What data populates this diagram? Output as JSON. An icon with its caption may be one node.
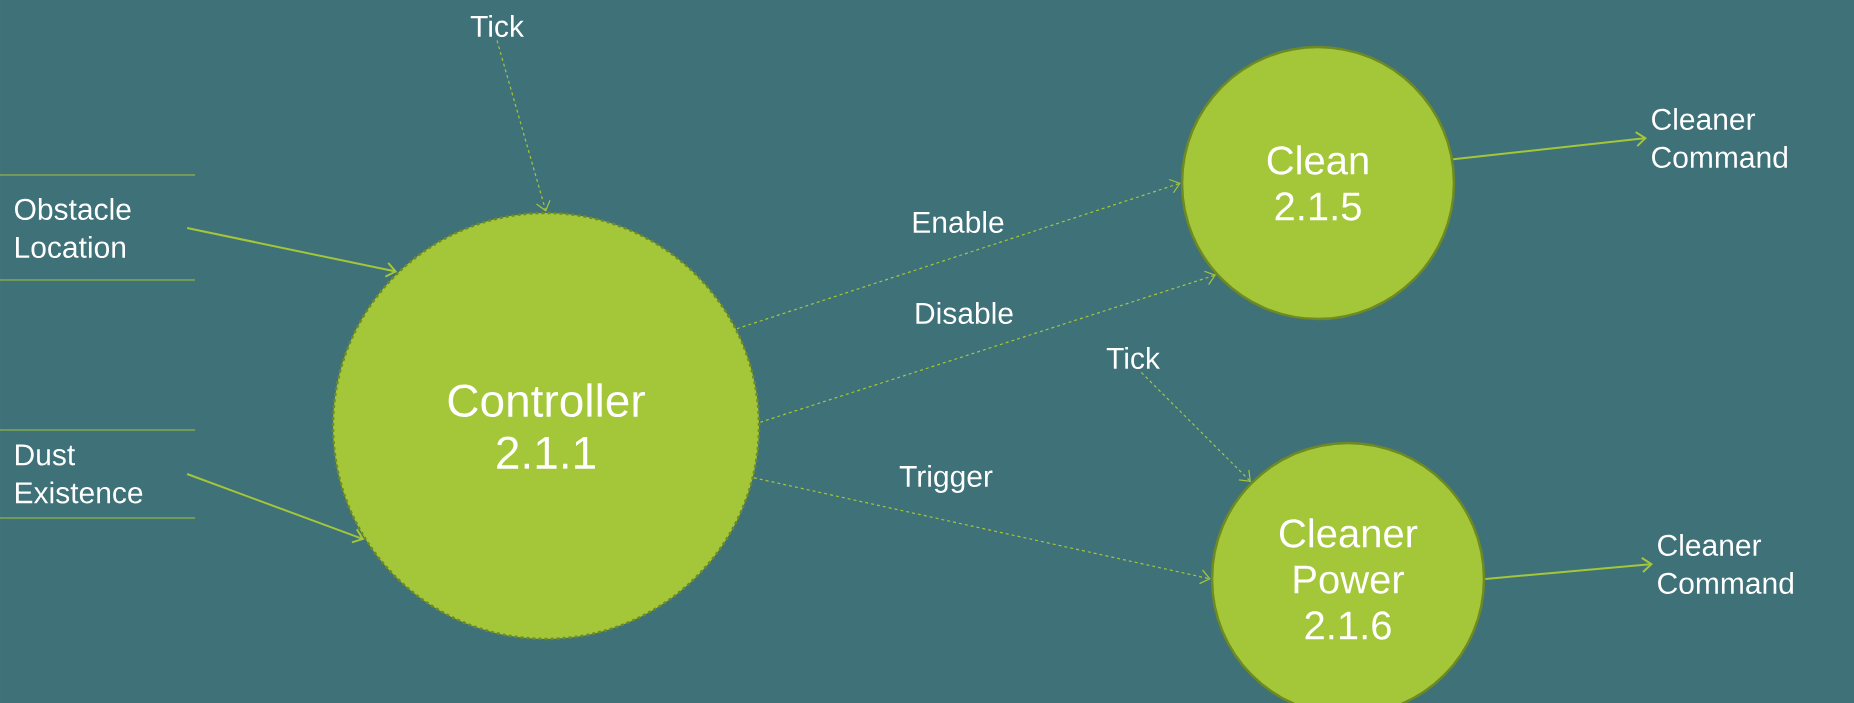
{
  "diagram": {
    "nodes": [
      {
        "text": [
          "Tick"
        ]
      },
      {
        "text": [
          "Obstacle Location"
        ]
      },
      {
        "text": [
          "Dust Existence"
        ]
      },
      {
        "text": [
          "Controller",
          "2.1.1"
        ]
      },
      {
        "text": [
          "Clean",
          "2.1.5"
        ]
      },
      {
        "text": [
          "Tick"
        ]
      },
      {
        "text": [
          "Cleaner Power",
          "2.1.6"
        ]
      },
      {
        "text": [
          "Cleaner Command"
        ]
      },
      {
        "text": [
          "Cleaner Command"
        ]
      }
    ],
    "edges": [
      {
        "from": 0,
        "to": 3,
        "arrow": "to",
        "style": "dashed"
      },
      {
        "from": 1,
        "to": 3,
        "arrow": "to"
      },
      {
        "from": 2,
        "to": 3,
        "arrow": "to"
      },
      {
        "from": 3,
        "to": 4,
        "arrow": "to",
        "style": "dashed",
        "label": "Enable"
      },
      {
        "from": 3,
        "to": 4,
        "arrow": "to",
        "style": "dashed",
        "label": "Disable"
      },
      {
        "from": 3,
        "to": 6,
        "arrow": "to",
        "style": "dashed",
        "label": "Trigger"
      },
      {
        "from": 5,
        "to": 6,
        "arrow": "to",
        "style": "dashed"
      },
      {
        "from": 4,
        "to": 7,
        "arrow": "to"
      },
      {
        "from": 6,
        "to": 8,
        "arrow": "to"
      }
    ]
  }
}
